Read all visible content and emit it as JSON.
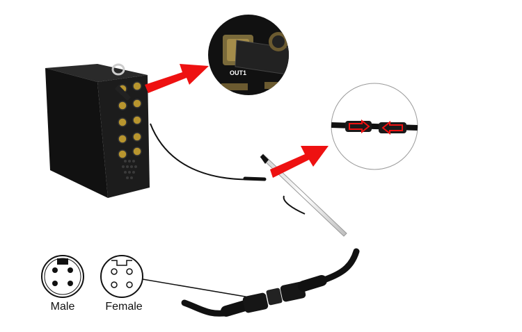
{
  "diagram": {
    "connector_labels": {
      "male": "Male",
      "female": "Female"
    },
    "port_label": "OUT1",
    "colors": {
      "arrow": "#ee1111",
      "box": "#1a1a1a",
      "cable": "#111111",
      "light_bar": "#f2f2f2"
    }
  }
}
